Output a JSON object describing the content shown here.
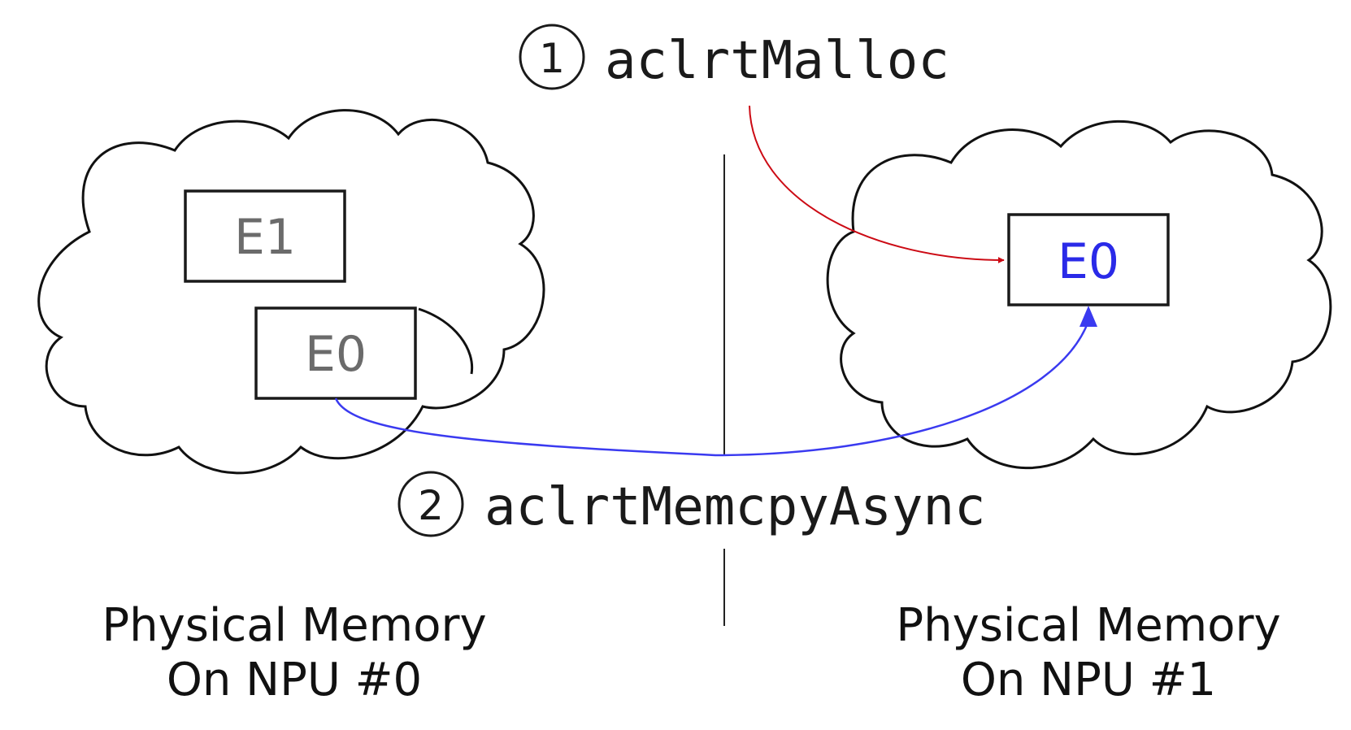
{
  "colors": {
    "malloc_arrow": "#cc0a14",
    "memcpy_arrow": "#3a3af0",
    "label_grey": "#6b6b6b",
    "label_blue": "#2a2ae8",
    "stroke": "#1a1a1a"
  },
  "steps": [
    {
      "number": "1",
      "call": "aclrtMalloc"
    },
    {
      "number": "2",
      "call": "aclrtMemcpyAsync"
    }
  ],
  "npu0": {
    "blocks": [
      {
        "label": "E1"
      },
      {
        "label": "E0"
      }
    ],
    "caption_line1": "Physical Memory",
    "caption_line2": "On NPU #0"
  },
  "npu1": {
    "blocks": [
      {
        "label": "E0"
      }
    ],
    "caption_line1": "Physical Memory",
    "caption_line2": "On NPU #1"
  }
}
